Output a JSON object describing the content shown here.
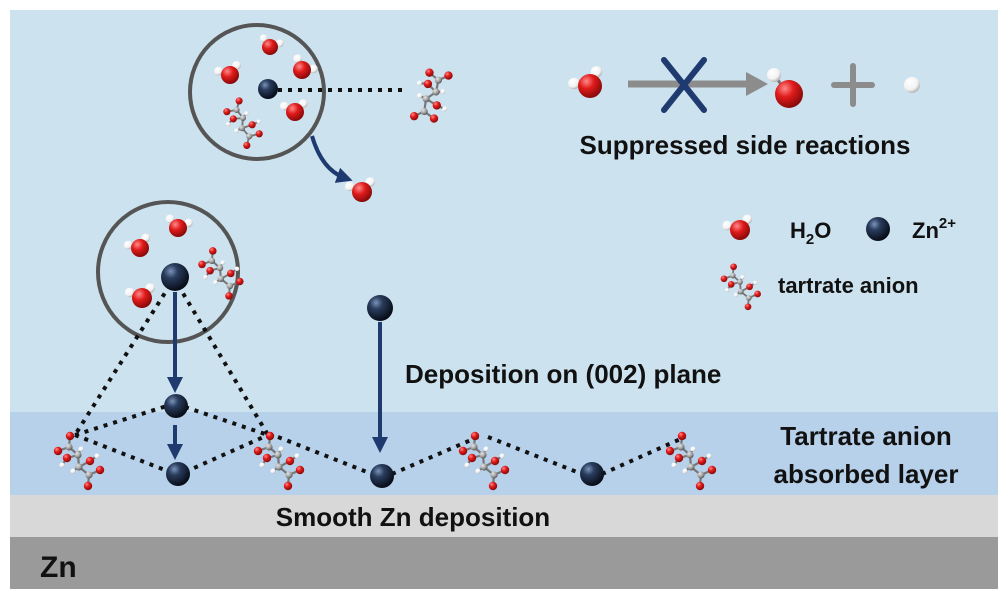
{
  "labels": {
    "suppressed": "Suppressed side reactions",
    "deposition_plane": "Deposition on (002) plane",
    "absorbed_layer_line1": "Tartrate anion",
    "absorbed_layer_line2": "absorbed layer",
    "smooth_deposition": "Smooth Zn deposition",
    "zn_substrate": "Zn"
  },
  "legend": {
    "water_prefix": "H",
    "water_subscript": "2",
    "water_suffix": "O",
    "zinc_base": "Zn",
    "zinc_superscript": "2+",
    "tartrate": "tartrate anion"
  },
  "reaction": {
    "plus_sign": "+"
  },
  "colors": {
    "background": "#cde2ef",
    "absorbed_layer": "#b7d1ea",
    "deposit_band": "#d8d8d8",
    "zn_substrate": "#9a9a9a",
    "oxygen": "#e01b1b",
    "hydrogen": "#ffffff",
    "carbon": "#9a9a9a",
    "zinc_ion": "#1b2a44",
    "arrow": "#1f3a6e",
    "cross": "#1f3a6e",
    "gray_arrow": "#8c8c8c",
    "circle_outline": "#555555"
  }
}
